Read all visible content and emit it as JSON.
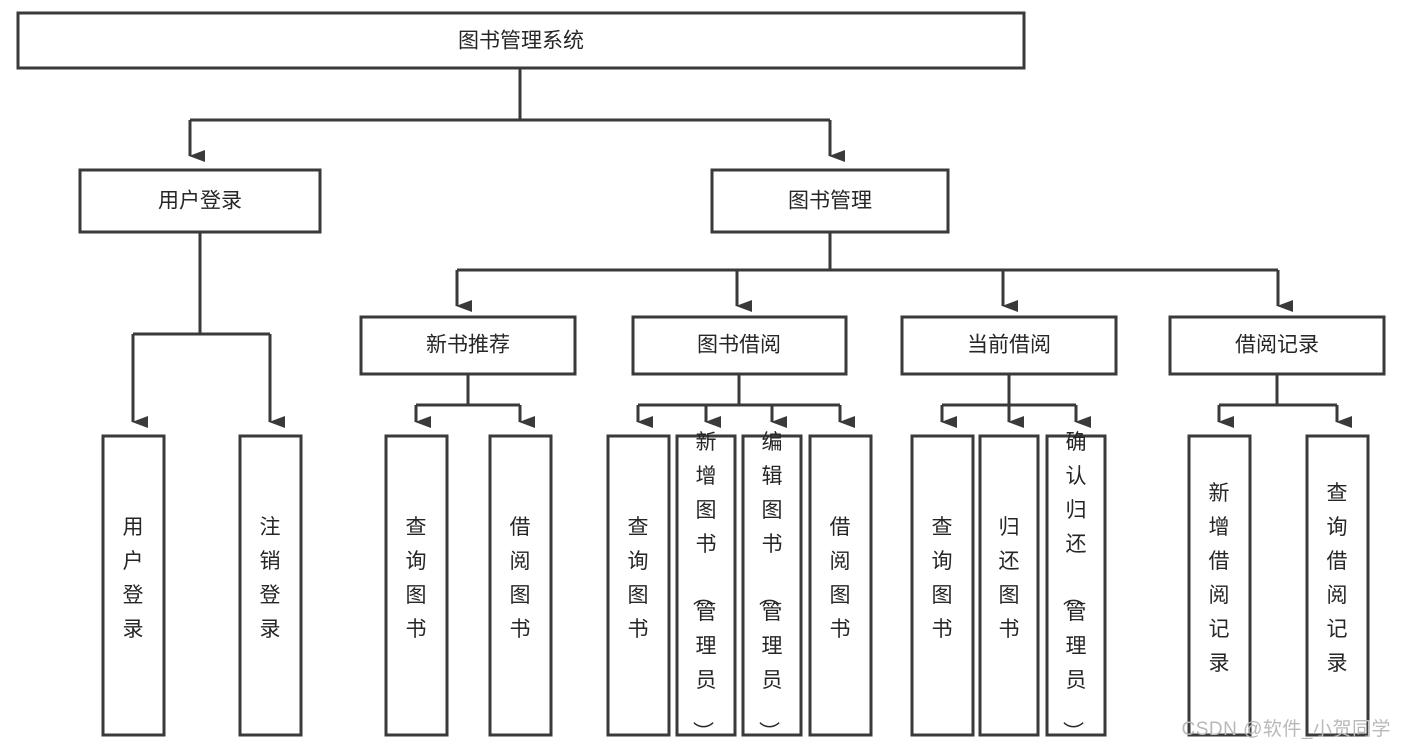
{
  "diagram": {
    "type": "tree-hierarchy",
    "title": "图书管理系统",
    "watermark": "CSDN @软件_小贺同学",
    "colors": {
      "box_stroke": "#3a3a3a",
      "box_fill": "#ffffff",
      "text": "#262626",
      "connector": "#3a3a3a",
      "background": "#ffffff",
      "watermark": "#b9b9b9"
    },
    "levels": [
      {
        "level": 0,
        "nodes": [
          {
            "id": "root",
            "label": "图书管理系统",
            "orientation": "horizontal"
          }
        ]
      },
      {
        "level": 1,
        "nodes": [
          {
            "id": "login",
            "label": "用户登录",
            "orientation": "horizontal",
            "parent": "root"
          },
          {
            "id": "bookmgmt",
            "label": "图书管理",
            "orientation": "horizontal",
            "parent": "root"
          }
        ]
      },
      {
        "level": 2,
        "nodes": [
          {
            "id": "newbook",
            "label": "新书推荐",
            "orientation": "horizontal",
            "parent": "bookmgmt"
          },
          {
            "id": "borrow",
            "label": "图书借阅",
            "orientation": "horizontal",
            "parent": "bookmgmt"
          },
          {
            "id": "current",
            "label": "当前借阅",
            "orientation": "horizontal",
            "parent": "bookmgmt"
          },
          {
            "id": "records",
            "label": "借阅记录",
            "orientation": "horizontal",
            "parent": "bookmgmt"
          }
        ]
      },
      {
        "level": 3,
        "nodes": [
          {
            "id": "leaf-1",
            "label": "用户登录",
            "orientation": "vertical",
            "parent": "login"
          },
          {
            "id": "leaf-2",
            "label": "注销登录",
            "orientation": "vertical",
            "parent": "login"
          },
          {
            "id": "leaf-3",
            "label": "查询图书",
            "orientation": "vertical",
            "parent": "newbook"
          },
          {
            "id": "leaf-4",
            "label": "借阅图书",
            "orientation": "vertical",
            "parent": "newbook"
          },
          {
            "id": "leaf-5",
            "label": "查询图书",
            "orientation": "vertical",
            "parent": "borrow"
          },
          {
            "id": "leaf-6",
            "label": "新增图书（管理员）",
            "orientation": "vertical",
            "parent": "borrow"
          },
          {
            "id": "leaf-7",
            "label": "编辑图书（管理员）",
            "orientation": "vertical",
            "parent": "borrow"
          },
          {
            "id": "leaf-8",
            "label": "借阅图书",
            "orientation": "vertical",
            "parent": "borrow"
          },
          {
            "id": "leaf-9",
            "label": "查询图书",
            "orientation": "vertical",
            "parent": "current"
          },
          {
            "id": "leaf-10",
            "label": "归还图书",
            "orientation": "vertical",
            "parent": "current"
          },
          {
            "id": "leaf-11",
            "label": "确认归还（管理员）",
            "orientation": "vertical",
            "parent": "current"
          },
          {
            "id": "leaf-12",
            "label": "新增借阅记录",
            "orientation": "vertical",
            "parent": "records"
          },
          {
            "id": "leaf-13",
            "label": "查询借阅记录",
            "orientation": "vertical",
            "parent": "records"
          }
        ]
      }
    ]
  }
}
